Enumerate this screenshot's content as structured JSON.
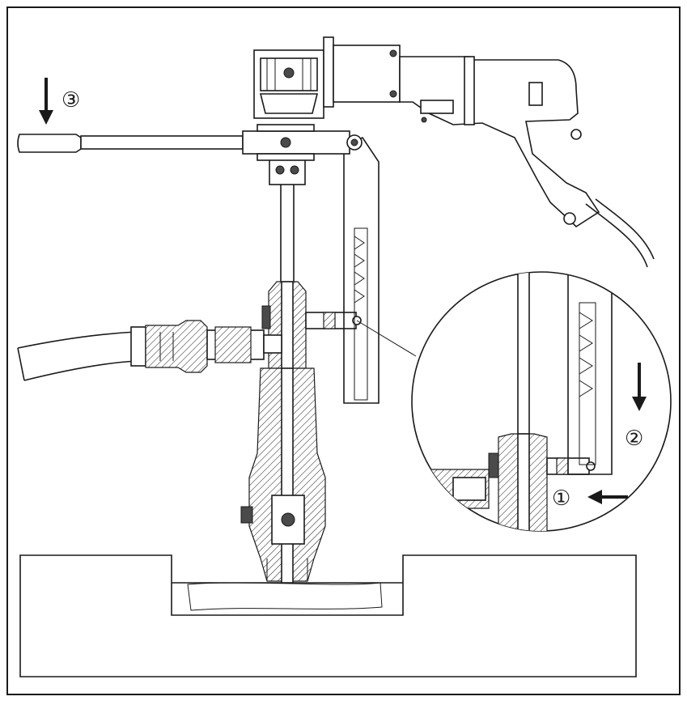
{
  "figure": {
    "step_labels": [
      {
        "id": "step-1",
        "text": "①"
      },
      {
        "id": "step-2",
        "text": "②"
      },
      {
        "id": "step-3",
        "text": "③"
      }
    ]
  },
  "colors": {
    "line": "#1a1a1a",
    "background": "#ffffff",
    "hatch": "#1a1a1a"
  }
}
